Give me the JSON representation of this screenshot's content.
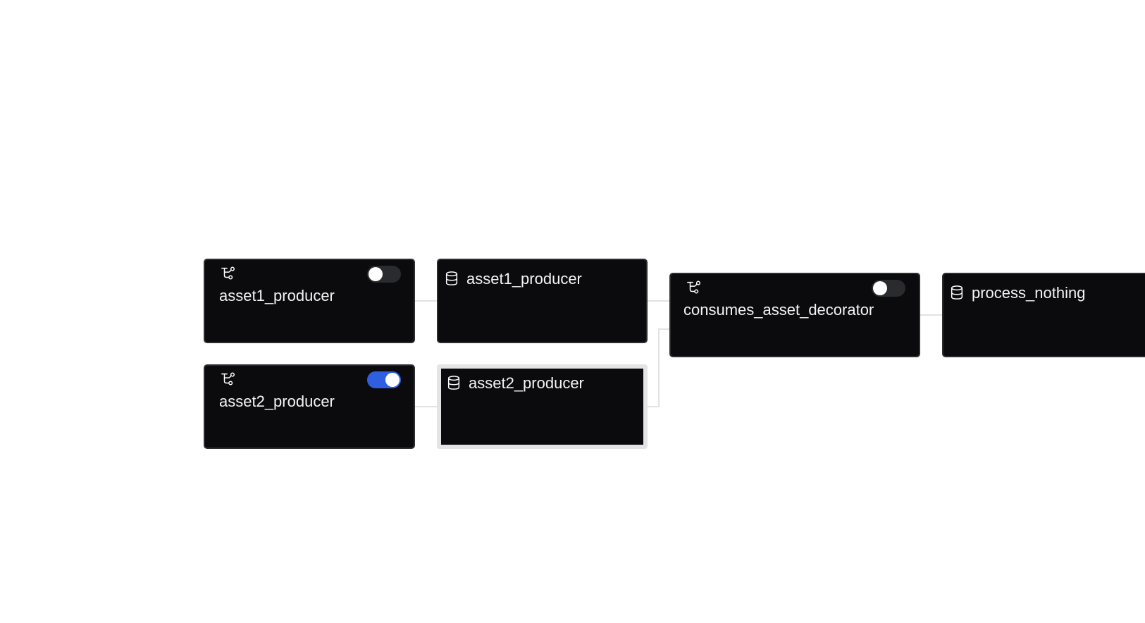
{
  "graph": {
    "nodes": {
      "dag_asset1": {
        "label": "asset1_producer",
        "kind": "dag",
        "icon": "dag-icon",
        "paused_toggle_on": false
      },
      "asset_asset1": {
        "label": "asset1_producer",
        "kind": "asset",
        "icon": "database-icon"
      },
      "dag_asset2": {
        "label": "asset2_producer",
        "kind": "dag",
        "icon": "dag-icon",
        "paused_toggle_on": true
      },
      "asset_asset2": {
        "label": "asset2_producer",
        "kind": "asset",
        "icon": "database-icon",
        "selected": true
      },
      "dag_consumes": {
        "label": "consumes_asset_decorator",
        "kind": "dag",
        "icon": "dag-icon",
        "paused_toggle_on": false
      },
      "asset_process": {
        "label": "process_nothing",
        "kind": "asset",
        "icon": "database-icon"
      }
    },
    "colors": {
      "node_bg": "#0b0b0d",
      "node_border": "#2c2d31",
      "selected_border": "#e4e4e7",
      "toggle_on": "#2f5fe0",
      "toggle_off": "#2a2b2f",
      "edge": "#e2e2e2"
    }
  }
}
